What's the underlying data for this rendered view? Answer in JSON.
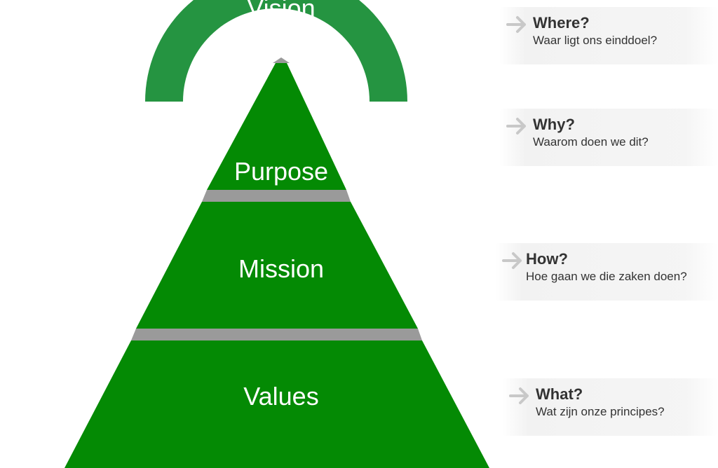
{
  "colors": {
    "tier_fill": "#048a04",
    "arch_fill": "#259441",
    "separator": "#9a9a9a",
    "label_text": "#ffffff",
    "arrow": "#c8c8c8",
    "question_text": "#333333"
  },
  "pyramid": {
    "vision": "Vision",
    "purpose": "Purpose",
    "mission": "Mission",
    "values": "Values"
  },
  "questions": [
    {
      "icon": "arrow-right-icon",
      "question": "Where?",
      "answer": "Waar ligt ons einddoel?"
    },
    {
      "icon": "arrow-right-icon",
      "question": "Why?",
      "answer": "Waarom doen we dit?"
    },
    {
      "icon": "arrow-right-icon",
      "question": "How?",
      "answer": "Hoe gaan we die zaken doen?"
    },
    {
      "icon": "arrow-right-icon",
      "question": "What?",
      "answer": "Wat zijn onze principes?"
    }
  ]
}
